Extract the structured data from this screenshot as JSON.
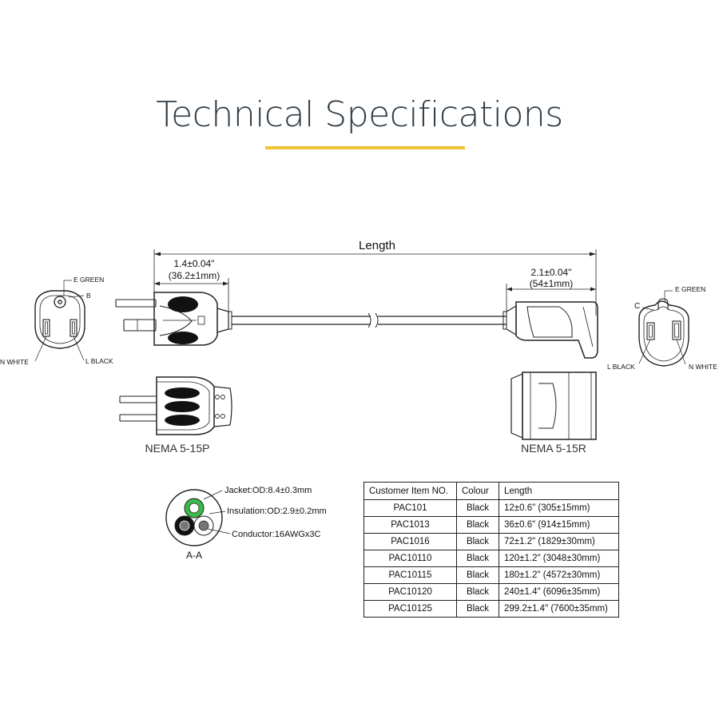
{
  "header": {
    "title": "Technical Specifications",
    "accent_color": "#f1c232"
  },
  "dimensions": {
    "overall": "Length",
    "plug_end_line1": "1.4±0.04\"",
    "plug_end_line2": "(36.2±1mm)",
    "receptacle_end_line1": "2.1±0.04\"",
    "receptacle_end_line2": "(54±1mm)"
  },
  "plug_face": {
    "ground": "E GREEN",
    "marker": "B",
    "neutral": "N  WHITE",
    "line": "L  BLACK",
    "caption": "NEMA 5-15P"
  },
  "receptacle_face": {
    "ground": "E GREEN",
    "marker": "C",
    "line": "L  BLACK",
    "neutral": "N  WHITE",
    "caption": "NEMA 5-15R"
  },
  "cross_section": {
    "jacket": "Jacket:OD:8.4±0.3mm",
    "insulation": "Insulation:OD:2.9±0.2mm",
    "conductor": "Conductor:16AWGx3C",
    "label": "A-A",
    "colors": {
      "ground": "#3cb94a",
      "line": "#111111",
      "neutral": "#ffffff"
    }
  },
  "table": {
    "headers": [
      "Customer Item NO.",
      "Colour",
      "Length"
    ],
    "rows": [
      [
        "PAC101",
        "Black",
        "12±0.6\" (305±15mm)"
      ],
      [
        "PAC1013",
        "Black",
        "36±0.6\" (914±15mm)"
      ],
      [
        "PAC1016",
        "Black",
        "72±1.2\" (1829±30mm)"
      ],
      [
        "PAC10110",
        "Black",
        "120±1.2\" (3048±30mm)"
      ],
      [
        "PAC10115",
        "Black",
        "180±1.2\" (4572±30mm)"
      ],
      [
        "PAC10120",
        "Black",
        "240±1.4\" (6096±35mm)"
      ],
      [
        "PAC10125",
        "Black",
        "299.2±1.4\" (7600±35mm)"
      ]
    ]
  }
}
